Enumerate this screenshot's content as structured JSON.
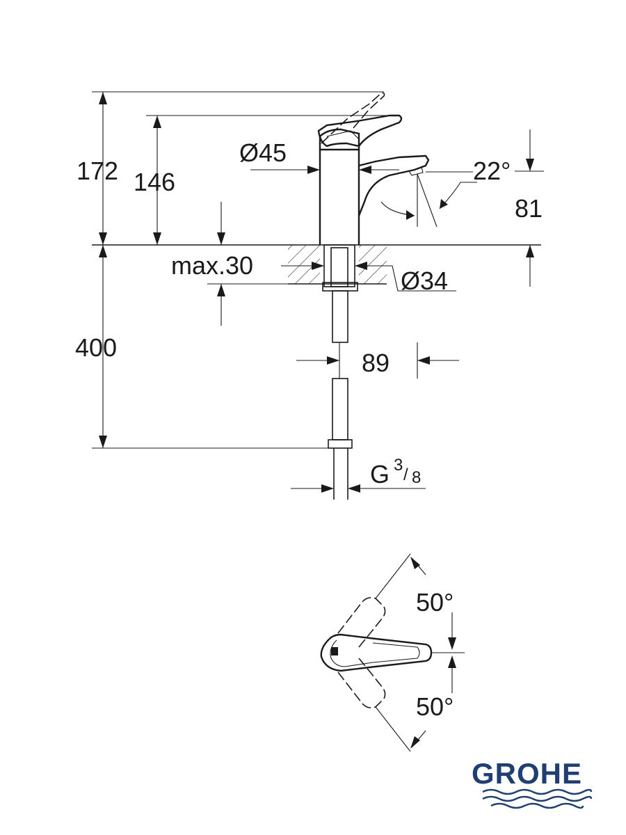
{
  "dimensions": {
    "height_total": "172",
    "height_spout": "146",
    "body_diameter": "Ø45",
    "spout_angle": "22°",
    "spout_projection": "81",
    "max_deck_thickness": "max.30",
    "hole_diameter": "Ø34",
    "hose_length": "400",
    "hose_offset": "89",
    "connection_thread_main": "G",
    "connection_thread_num": "3",
    "connection_thread_den": "8",
    "lever_angle_up": "50°",
    "lever_angle_down": "50°"
  },
  "brand": {
    "name": "GROHE",
    "color": "#1f3f73"
  }
}
